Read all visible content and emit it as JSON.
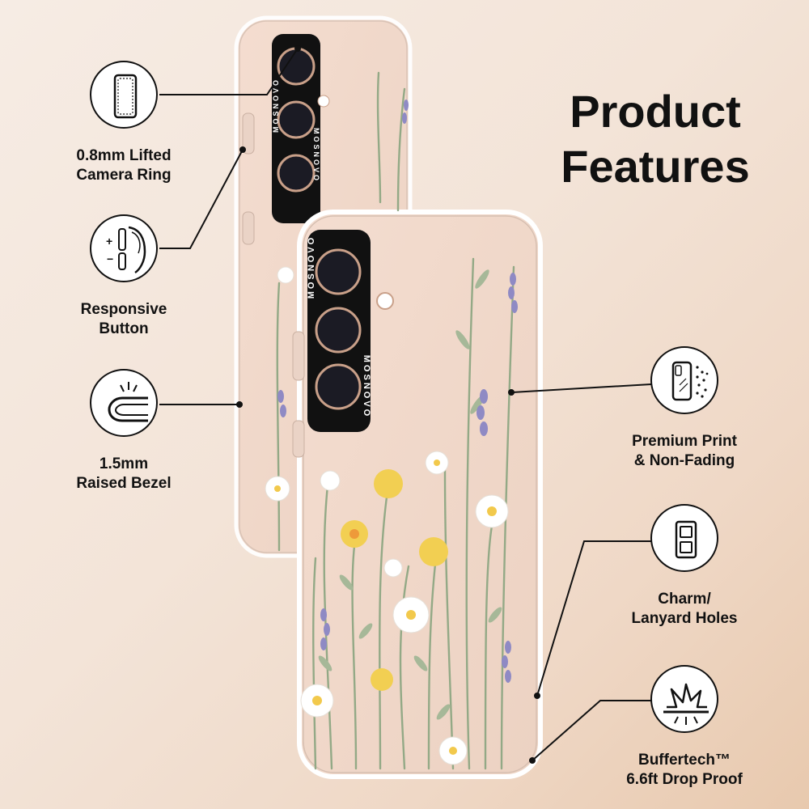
{
  "title": [
    "Product",
    "Features"
  ],
  "brand": "MOSNOVO",
  "features_left": [
    {
      "icon": "camera-ring-icon",
      "lines": [
        "0.8mm Lifted",
        "Camera Ring"
      ]
    },
    {
      "icon": "responsive-button-icon",
      "lines": [
        "Responsive",
        "Button"
      ]
    },
    {
      "icon": "raised-bezel-icon",
      "lines": [
        "1.5mm",
        "Raised Bezel"
      ]
    }
  ],
  "features_right": [
    {
      "icon": "premium-print-icon",
      "lines": [
        "Premium Print",
        "& Non-Fading"
      ]
    },
    {
      "icon": "lanyard-holes-icon",
      "lines": [
        "Charm/",
        "Lanyard Holes"
      ]
    },
    {
      "icon": "drop-proof-icon",
      "lines": [
        "Buffertech™",
        "6.6ft Drop Proof"
      ]
    }
  ]
}
